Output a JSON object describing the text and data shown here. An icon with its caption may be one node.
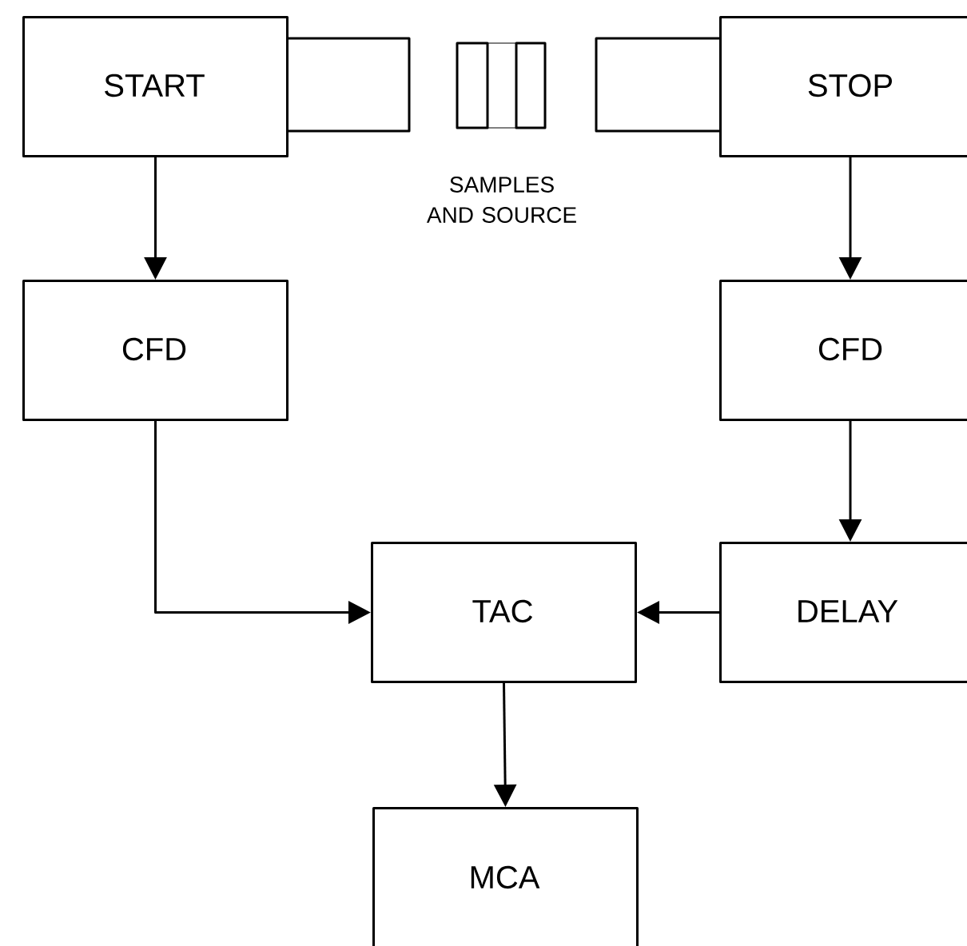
{
  "diagram": {
    "nodes": [
      {
        "text": [
          "START"
        ]
      },
      {
        "text": [
          "STOP"
        ]
      },
      {
        "text": [
          "CFD"
        ]
      },
      {
        "text": [
          "CFD"
        ]
      },
      {
        "text": [
          "TAC"
        ]
      },
      {
        "text": [
          "DELAY"
        ]
      },
      {
        "text": [
          "MCA"
        ]
      }
    ],
    "edges": [
      {
        "from": 0,
        "to": 2,
        "arrow": "to"
      },
      {
        "from": 1,
        "to": 3,
        "arrow": "to"
      },
      {
        "from": 2,
        "to": 4,
        "arrow": "to"
      },
      {
        "from": 3,
        "to": 5,
        "arrow": "to"
      },
      {
        "from": 5,
        "to": 4,
        "arrow": "to"
      },
      {
        "from": 4,
        "to": 6,
        "arrow": "to"
      }
    ],
    "labels": [
      "SAMPLES AND SOURCE"
    ]
  }
}
